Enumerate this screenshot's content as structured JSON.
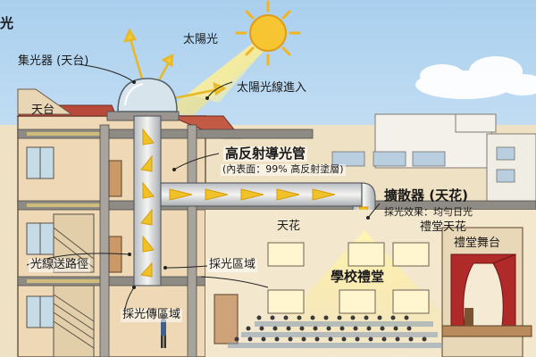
{
  "labels": {
    "title_fragment": "光",
    "collector": "集光器 (天台)",
    "sun": "太陽光",
    "sunlight_enter": "太陽光線進入",
    "roof": "天台",
    "tube_title": "高反射導光管",
    "tube_sub": "(內表面：99% 高反射塗層)",
    "diffuser_title": "擴散器 (天花)",
    "diffuser_sub": "採光效果：均勻日光",
    "ceiling": "天花",
    "hall_ceiling": "禮堂天花",
    "stage": "禮堂舞台",
    "hall": "學校禮堂",
    "path": "光線送路徑",
    "light_area": "採光區域",
    "transmit_area": "採光傳區域"
  },
  "colors": {
    "sky": "#cfe4f3",
    "sun": "#f7c531",
    "wall": "#efe1c4",
    "roof": "#b9493a",
    "stage_curtain": "#b12a2a",
    "light": "#f6d55a"
  }
}
